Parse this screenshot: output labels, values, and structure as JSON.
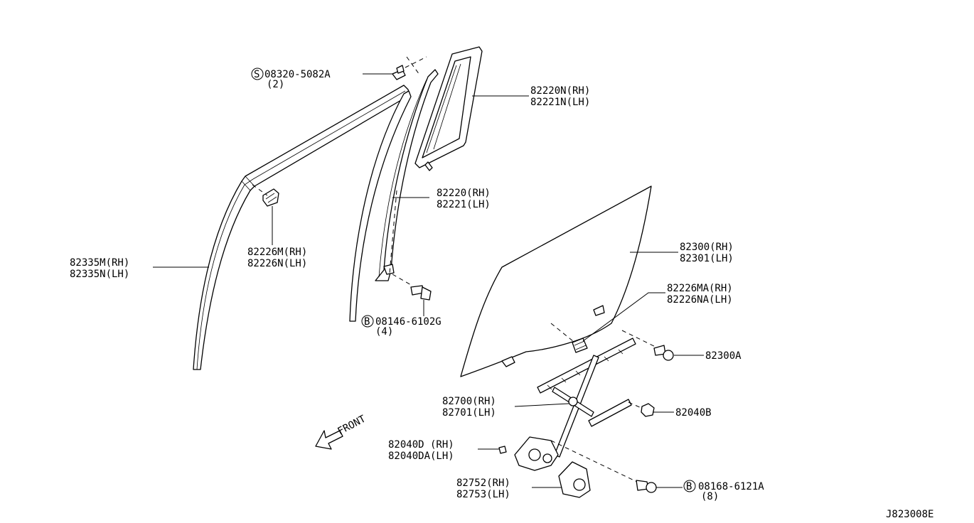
{
  "diagram_id": "J823008E",
  "callouts": {
    "screw_top": {
      "part": "08320-5082A",
      "qty": "(2)",
      "prefix": "S"
    },
    "sash_inner": {
      "rh": "82220N(RH)",
      "lh": "82221N(LH)"
    },
    "sash_center": {
      "rh": "82220(RH)",
      "lh": "82221(LH)"
    },
    "clip_upper": {
      "rh": "82226M(RH)",
      "lh": "82226N(LH)"
    },
    "moulding": {
      "rh": "82335M(RH)",
      "lh": "82335N(LH)"
    },
    "bolt_mid": {
      "part": "08146-6102G",
      "qty": "(4)",
      "prefix": "B"
    },
    "glass": {
      "rh": "82300(RH)",
      "lh": "82301(LH)"
    },
    "clip_glass": {
      "rh": "82226MA(RH)",
      "lh": "82226NA(LH)"
    },
    "bolt_glass": {
      "part": "82300A"
    },
    "regulator": {
      "rh": "82700(RH)",
      "lh": "82701(LH)"
    },
    "nut": {
      "part": "82040B"
    },
    "grommet": {
      "rh": "82040D (RH)",
      "lh": "82040DA(LH)"
    },
    "motor": {
      "rh": "82752(RH)",
      "lh": "82753(LH)"
    },
    "bolt_bottom": {
      "part": "08168-6121A",
      "qty": "(8)",
      "prefix": "B"
    },
    "front_label": "FRONT"
  }
}
